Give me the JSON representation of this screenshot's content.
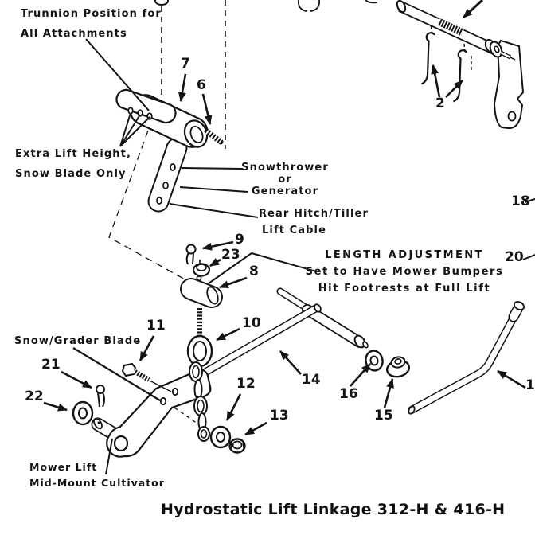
{
  "figure": {
    "caption": "Hydrostatic Lift Linkage 312-H & 416-H"
  },
  "colors": {
    "ink": "#141414",
    "paper": "#ffffff"
  },
  "labels": {
    "trunnion_position": {
      "line1": "Trunnion Position for",
      "line2": "All Attachments"
    },
    "extra_lift": {
      "line1": "Extra Lift Height,",
      "line2": "Snow Blade Only"
    },
    "snowthrower": {
      "line1": "Snowthrower",
      "line2": "or",
      "line3": "Generator"
    },
    "rear_hitch": {
      "line1": "Rear Hitch/Tiller",
      "line2": "Lift Cable"
    },
    "length_adjustment": {
      "line1": "LENGTH ADJUSTMENT",
      "line2": "Set to Have Mower Bumpers",
      "line3": "Hit Footrests at Full Lift"
    },
    "snow_grader": {
      "line1": "Snow/Grader Blade"
    },
    "mower_lift": {
      "line1": "Mower Lift",
      "line2": "Mid-Mount Cultivator"
    }
  },
  "callouts": {
    "c1": "1",
    "c2": "2",
    "c6": "6",
    "c7": "7",
    "c8": "8",
    "c9": "9",
    "c10": "10",
    "c11": "11",
    "c12": "12",
    "c13": "13",
    "c14": "14",
    "c15": "15",
    "c16": "16",
    "c18": "18",
    "c20": "20",
    "c21": "21",
    "c22": "22",
    "c23": "23"
  }
}
